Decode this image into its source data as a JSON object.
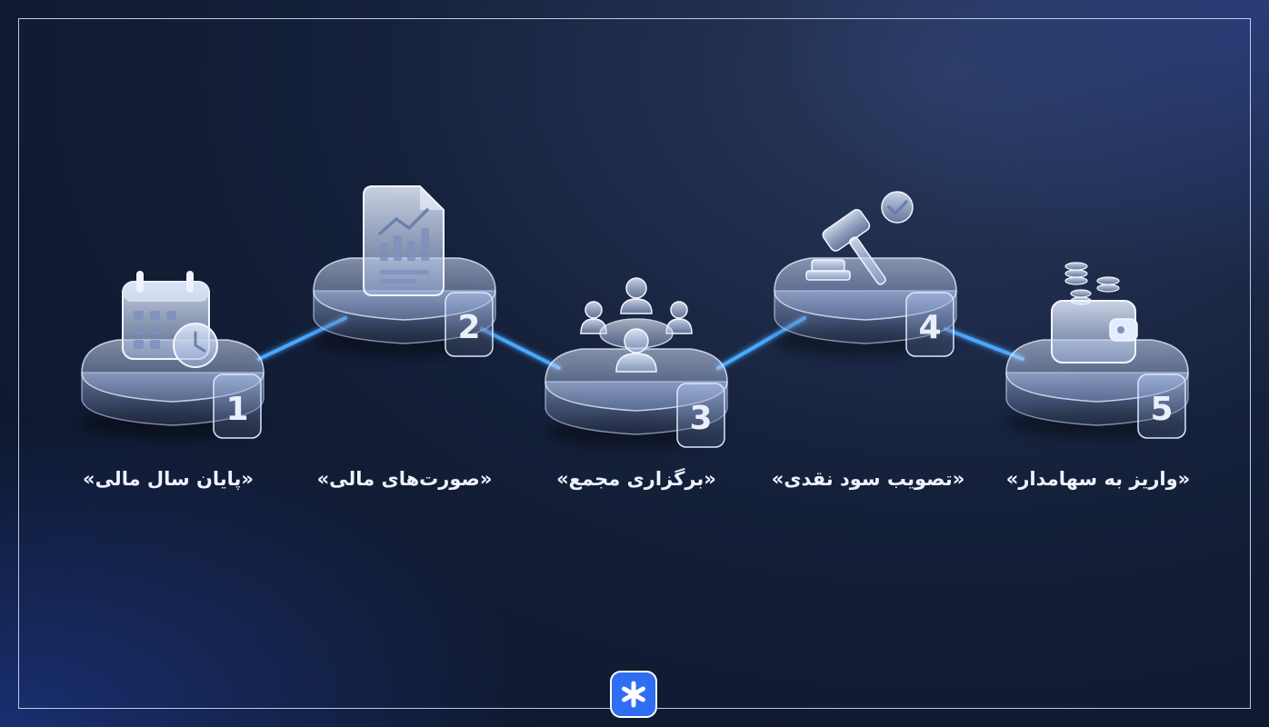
{
  "steps": [
    {
      "number": "1",
      "label": "«پایان سال مالی»",
      "icon": "calendar-clock-icon"
    },
    {
      "number": "2",
      "label": "«صورت‌های مالی»",
      "icon": "financial-report-icon"
    },
    {
      "number": "3",
      "label": "«برگزاری مجمع»",
      "icon": "meeting-people-icon"
    },
    {
      "number": "4",
      "label": "«تصویب سود نقدی»",
      "icon": "gavel-approval-icon"
    },
    {
      "number": "5",
      "label": "«واریز به سهامدار»",
      "icon": "wallet-coins-icon"
    }
  ],
  "colors": {
    "background": "#15203a",
    "connector": "#4aa8ff",
    "glass": "#cfe0ff",
    "logo": "#2f6df2"
  },
  "logo_icon": "asterisk-logo-icon"
}
